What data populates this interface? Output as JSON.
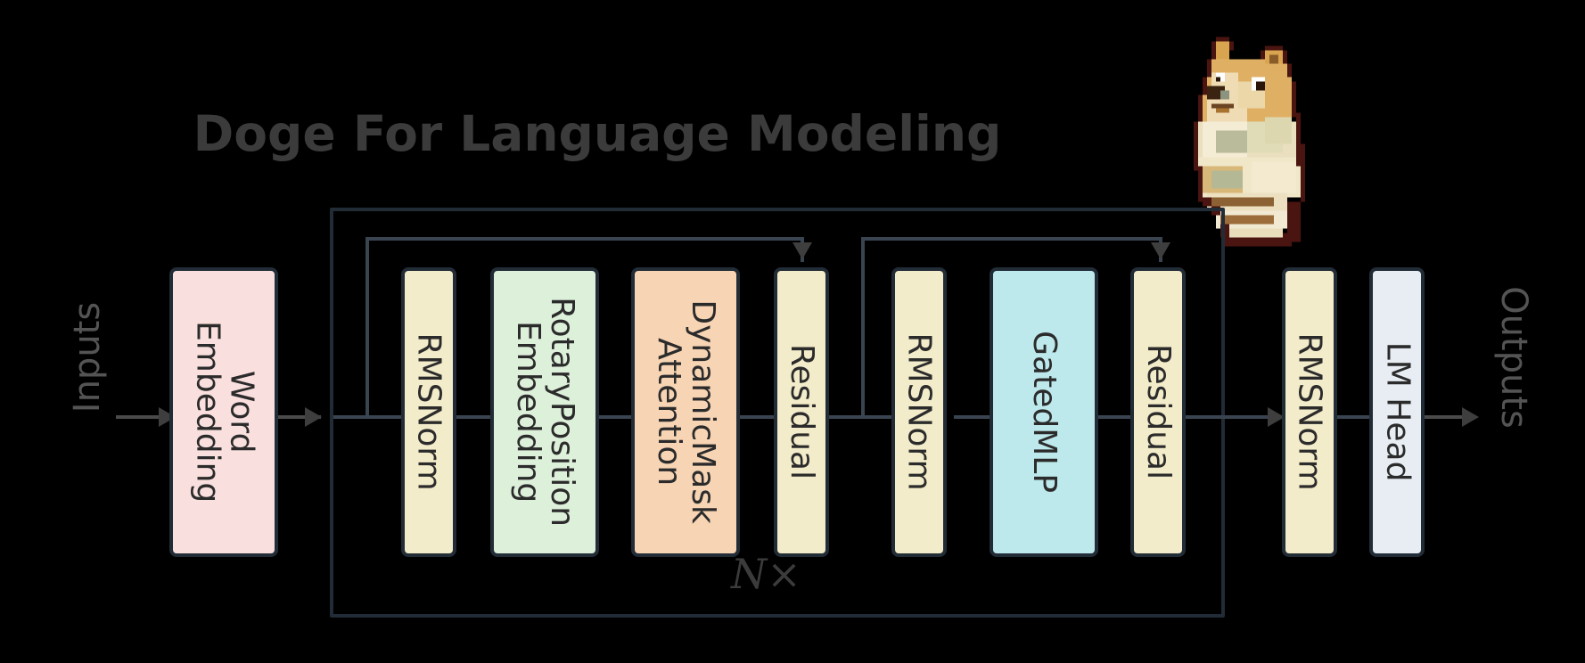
{
  "title": "Doge For Language Modeling",
  "repeat_label": "N×",
  "io": {
    "input_label": "Inputs",
    "output_label": "Outputs"
  },
  "mascot": {
    "name": "doge-pixel-art",
    "alt": "Doge shiba inu pixel art"
  },
  "colors": {
    "background": "#000000",
    "title_text": "#3b3b3b",
    "node_border": "#222c36",
    "node_text": "#2b2b2b",
    "connector": "#3a4450",
    "side_label_text": "#545454",
    "word_embedding_fill": "#f9dfdd",
    "rmsnorm_fill": "#f3ecca",
    "rotary_fill": "#ddf0da",
    "attention_fill": "#f7d4b4",
    "residual_fill": "#f3ecca",
    "gated_mlp_fill": "#bde8ec",
    "lm_head_fill": "#e7edf3"
  },
  "nodes": [
    {
      "id": "word-embedding",
      "label": "Word\nEmbedding",
      "lines": [
        "Word",
        "Embedding"
      ],
      "fill": "#f9dfdd"
    },
    {
      "id": "rmsnorm-1",
      "label": "RMSNorm",
      "lines": [
        "RMSNorm"
      ],
      "fill": "#f3ecca"
    },
    {
      "id": "rotary-embedding",
      "label": "RotaryPosition\nEmbedding",
      "lines": [
        "RotaryPosition",
        "Embedding"
      ],
      "fill": "#ddf0da"
    },
    {
      "id": "attention",
      "label": "DynamicMask\nAttention",
      "lines": [
        "DynamicMask",
        "Attention"
      ],
      "fill": "#f7d4b4"
    },
    {
      "id": "residual-1",
      "label": "Residual",
      "lines": [
        "Residual"
      ],
      "fill": "#f3ecca"
    },
    {
      "id": "rmsnorm-2",
      "label": "RMSNorm",
      "lines": [
        "RMSNorm"
      ],
      "fill": "#f3ecca"
    },
    {
      "id": "gated-mlp",
      "label": "GatedMLP",
      "lines": [
        "GatedMLP"
      ],
      "fill": "#bde8ec"
    },
    {
      "id": "residual-2",
      "label": "Residual",
      "lines": [
        "Residual"
      ],
      "fill": "#f3ecca"
    },
    {
      "id": "rmsnorm-3",
      "label": "RMSNorm",
      "lines": [
        "RMSNorm"
      ],
      "fill": "#f3ecca"
    },
    {
      "id": "lm-head",
      "label": "LM Head",
      "lines": [
        "LM Head"
      ],
      "fill": "#e7edf3"
    }
  ]
}
